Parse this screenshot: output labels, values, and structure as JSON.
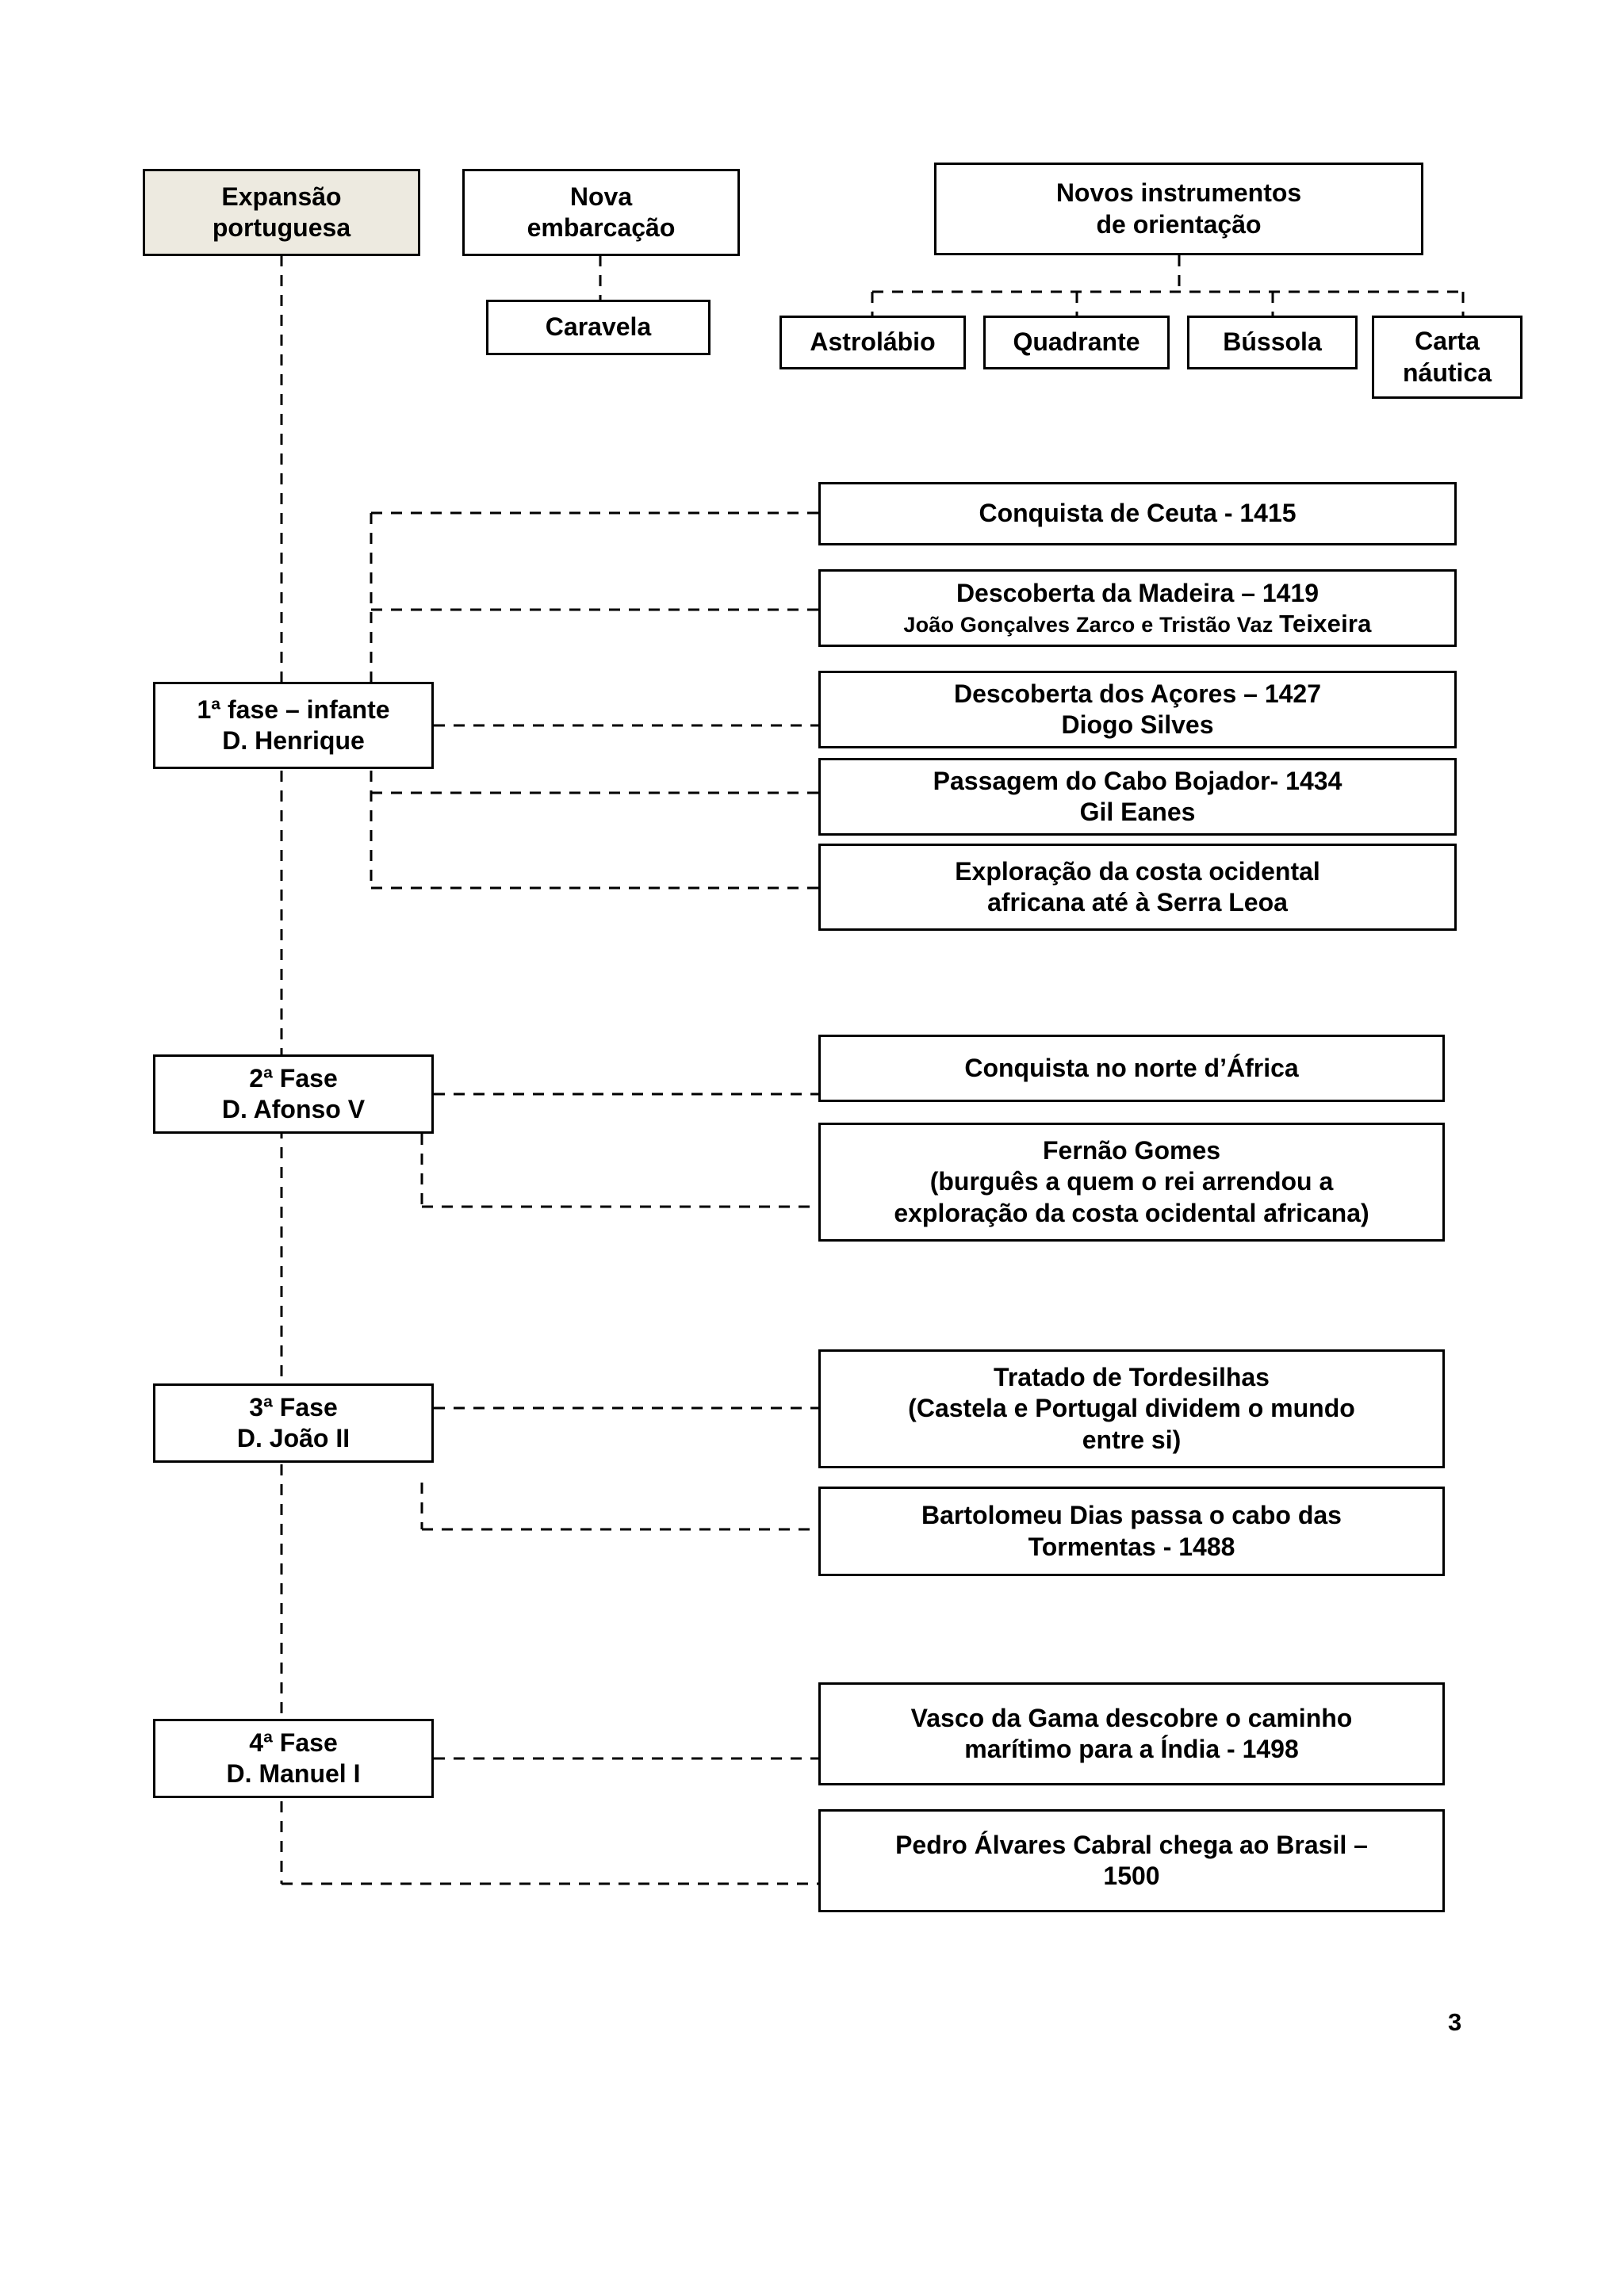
{
  "page": {
    "number": "3",
    "background_color": "#ffffff",
    "line_color": "#000000",
    "root_fill_color": "#edeae0"
  },
  "top_row": {
    "root": {
      "line1": "Expansão",
      "line2": "portuguesa"
    },
    "vessel": {
      "line1": "Nova",
      "line2": "embarcação",
      "child": "Caravela"
    },
    "instruments": {
      "line1": "Novos instrumentos",
      "line2": "de orientação",
      "items": [
        {
          "line1": "Astrolábio",
          "line2": ""
        },
        {
          "line1": "Quadrante",
          "line2": ""
        },
        {
          "line1": "Bússola",
          "line2": ""
        },
        {
          "line1": "Carta",
          "line2": "náutica"
        }
      ]
    }
  },
  "phases": [
    {
      "label_line1": "1ª fase – infante",
      "label_line2": "D. Henrique",
      "events": [
        {
          "line1": "Conquista de Ceuta - 1415",
          "line2": "",
          "line2_small": false
        },
        {
          "line1": "Descoberta da Madeira – 1419",
          "line2": "João Gonçalves Zarco e Tristão Vaz ",
          "line2_tail": "Teixeira",
          "line2_small": true
        },
        {
          "line1": "Descoberta dos Açores – 1427",
          "line2": "Diogo Silves",
          "line2_small": false
        },
        {
          "line1": "Passagem do Cabo Bojador- 1434",
          "line2": "Gil Eanes",
          "line2_small": false
        },
        {
          "line1": "Exploração da costa ocidental",
          "line2": "africana até à Serra Leoa",
          "line2_small": false
        }
      ]
    },
    {
      "label_line1": "2ª Fase",
      "label_line2": "D. Afonso V",
      "events": [
        {
          "line1": "Conquista no norte d’África",
          "line2": "",
          "line3": "",
          "line2_small": false
        },
        {
          "line1": "Fernão Gomes",
          "line2": "(burguês a quem o rei arrendou a",
          "line3": "exploração da costa ocidental africana)",
          "line2_small": false
        }
      ]
    },
    {
      "label_line1": "3ª Fase",
      "label_line2": "D. João II",
      "events": [
        {
          "line1": "Tratado de Tordesilhas",
          "line2": "(Castela e Portugal dividem o mundo",
          "line3": "entre si)",
          "line2_small": false
        },
        {
          "line1": "Bartolomeu Dias passa o cabo das",
          "line2": "Tormentas - 1488",
          "line3": "",
          "line2_small": false
        }
      ]
    },
    {
      "label_line1": "4ª Fase",
      "label_line2": "D. Manuel I",
      "events": [
        {
          "line1": "Vasco da Gama descobre o caminho",
          "line2": "marítimo para a Índia - 1498",
          "line3": "",
          "line2_small": false
        },
        {
          "line1": "Pedro Álvares Cabral chega ao Brasil –",
          "line2": "1500",
          "line3": "",
          "line2_small": false
        }
      ]
    }
  ]
}
